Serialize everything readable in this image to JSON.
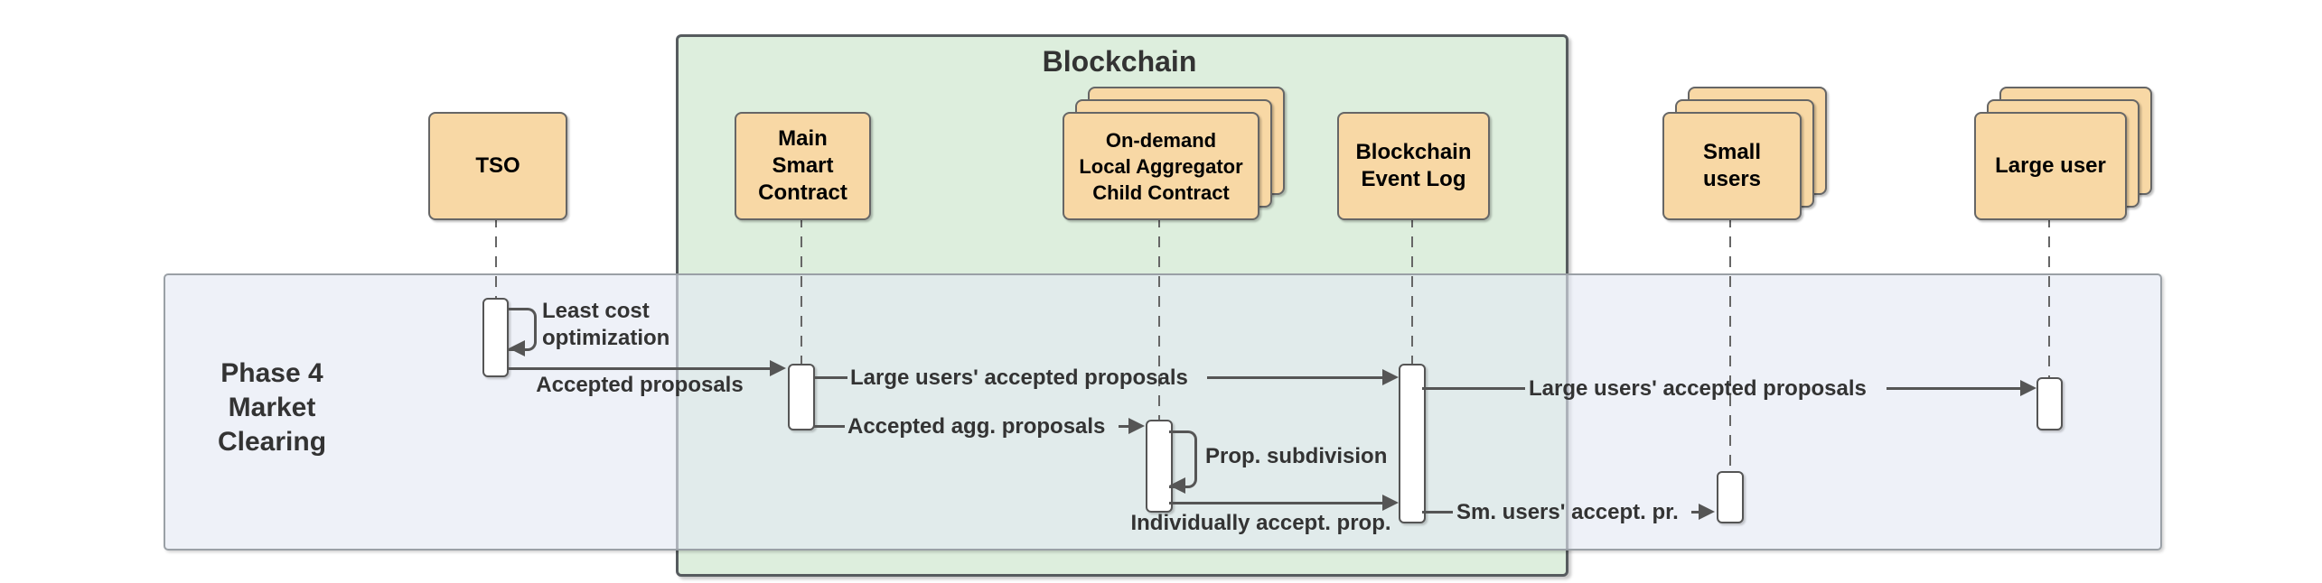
{
  "frames": {
    "blockchain": {
      "title": "Blockchain"
    },
    "phase": {
      "label": "Phase 4\nMarket\nClearing"
    }
  },
  "actors": {
    "tso": {
      "label": "TSO"
    },
    "main_smart_contract": {
      "label": "Main\nSmart\nContract"
    },
    "aggregator_child": {
      "label": "On-demand\nLocal Aggregator\nChild Contract"
    },
    "event_log": {
      "label": "Blockchain\nEvent Log"
    },
    "small_users": {
      "label": "Small\nusers"
    },
    "large_user": {
      "label": "Large user"
    }
  },
  "messages": {
    "least_cost": {
      "label": "Least cost\noptimization",
      "type": "self",
      "from": "tso",
      "to": "tso"
    },
    "accepted_proposals": {
      "label": "Accepted proposals",
      "type": "arrow",
      "from": "tso",
      "to": "main_smart_contract"
    },
    "large_users_1": {
      "label": "Large users' accepted proposals",
      "type": "arrow",
      "from": "main_smart_contract",
      "to": "event_log"
    },
    "accepted_agg": {
      "label": "Accepted agg. proposals",
      "type": "arrow",
      "from": "main_smart_contract",
      "to": "aggregator_child"
    },
    "prop_subdivision": {
      "label": "Prop. subdivision",
      "type": "self",
      "from": "aggregator_child",
      "to": "aggregator_child"
    },
    "individually": {
      "label": "Individually accept. prop.",
      "type": "arrow",
      "from": "aggregator_child",
      "to": "event_log"
    },
    "sm_users": {
      "label": "Sm. users' accept. pr.",
      "type": "arrow",
      "from": "event_log",
      "to": "small_users"
    },
    "large_users_2": {
      "label": "Large users' accepted proposals",
      "type": "arrow",
      "from": "event_log",
      "to": "large_user"
    }
  },
  "colors": {
    "actor_fill": "#f8d8a5",
    "actor_border": "#666666",
    "frame_fill": "#ddeedd",
    "frame_border": "#565b5e",
    "band_fill": "rgba(227,233,243,0.62)",
    "band_border": "#9aa0a6",
    "line": "#555555",
    "lifeline": "#666666",
    "text": "#333333",
    "actor_text": "#000000"
  }
}
